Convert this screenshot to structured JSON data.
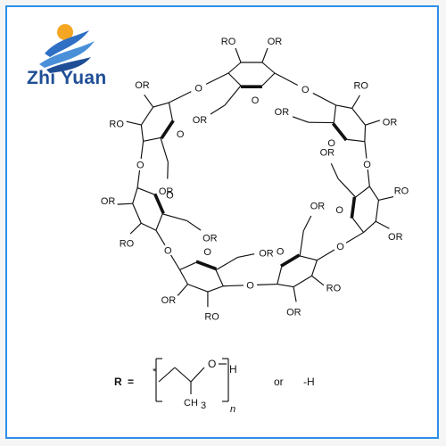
{
  "brand": {
    "name": "Zhi Yuan",
    "colors": {
      "blue": "#1f4e96",
      "light_blue": "#4a90d9",
      "orange": "#f5a623",
      "border": "#2f8fe8"
    }
  },
  "molecule": {
    "substituent": "RO",
    "chain_substituent": "OR",
    "linker": "O",
    "ring_atom": "O",
    "r_definition": {
      "symbol": "R",
      "equals": "=",
      "attach": "*",
      "oxygen": "O",
      "hydrogen": "H",
      "methyl": "CH",
      "methyl_sub": "3",
      "repeat": "n",
      "or": "or",
      "alternative": "-H"
    }
  }
}
